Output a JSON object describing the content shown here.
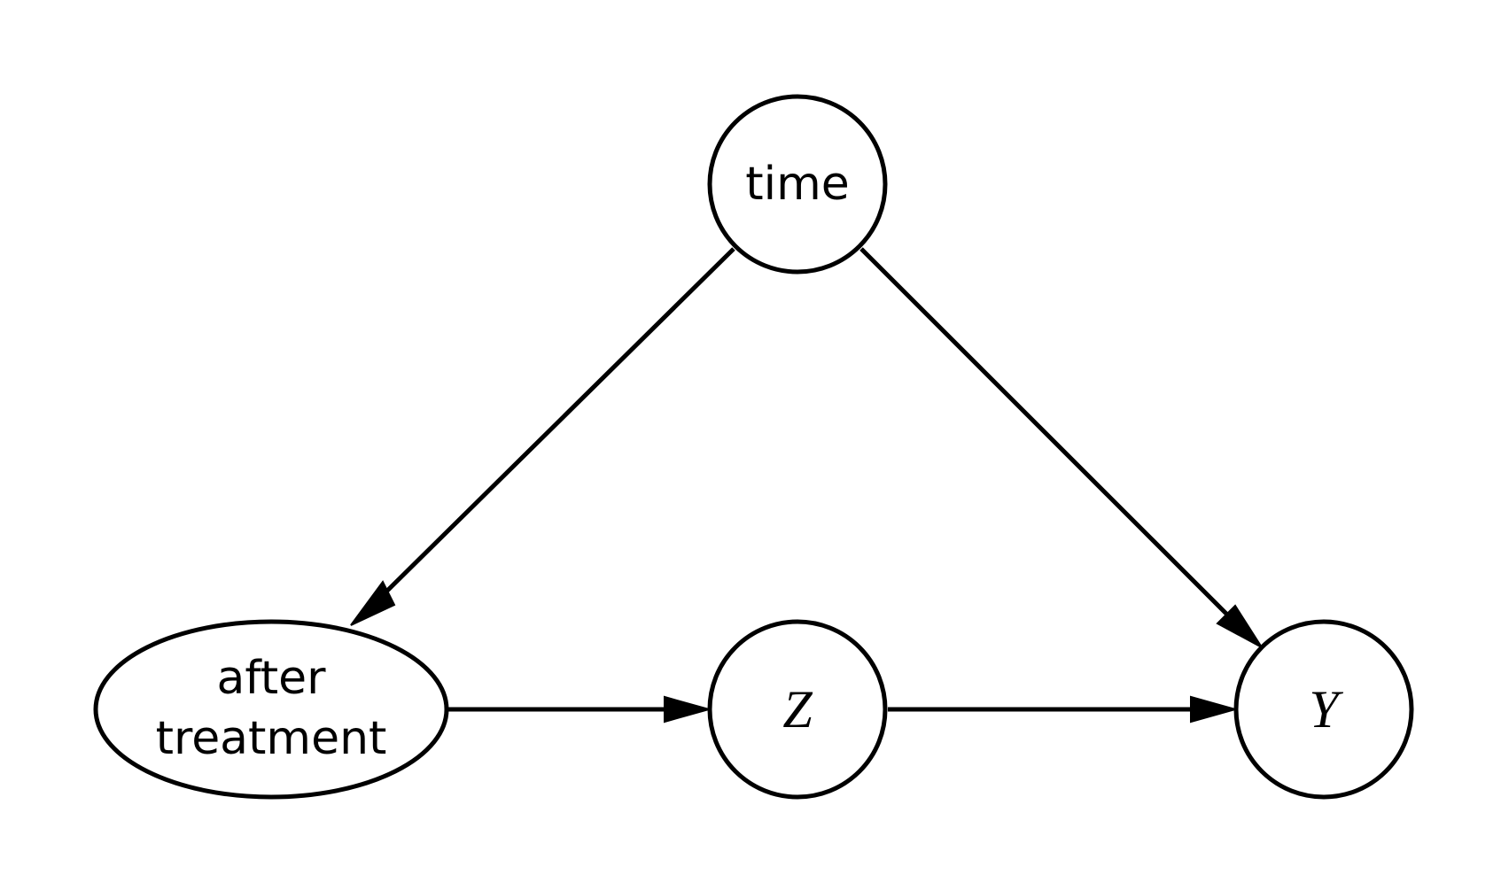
{
  "nodes": {
    "time": {
      "label": "time"
    },
    "after_treatment": {
      "label_line1": "after",
      "label_line2": "treatment"
    },
    "z": {
      "label": "Z"
    },
    "y": {
      "label": "Y"
    }
  },
  "edges": [
    {
      "from": "time",
      "to": "after treatment"
    },
    {
      "from": "time",
      "to": "Y"
    },
    {
      "from": "after treatment",
      "to": "Z"
    },
    {
      "from": "Z",
      "to": "Y"
    }
  ],
  "colors": {
    "stroke": "#000000",
    "background": "#ffffff"
  }
}
